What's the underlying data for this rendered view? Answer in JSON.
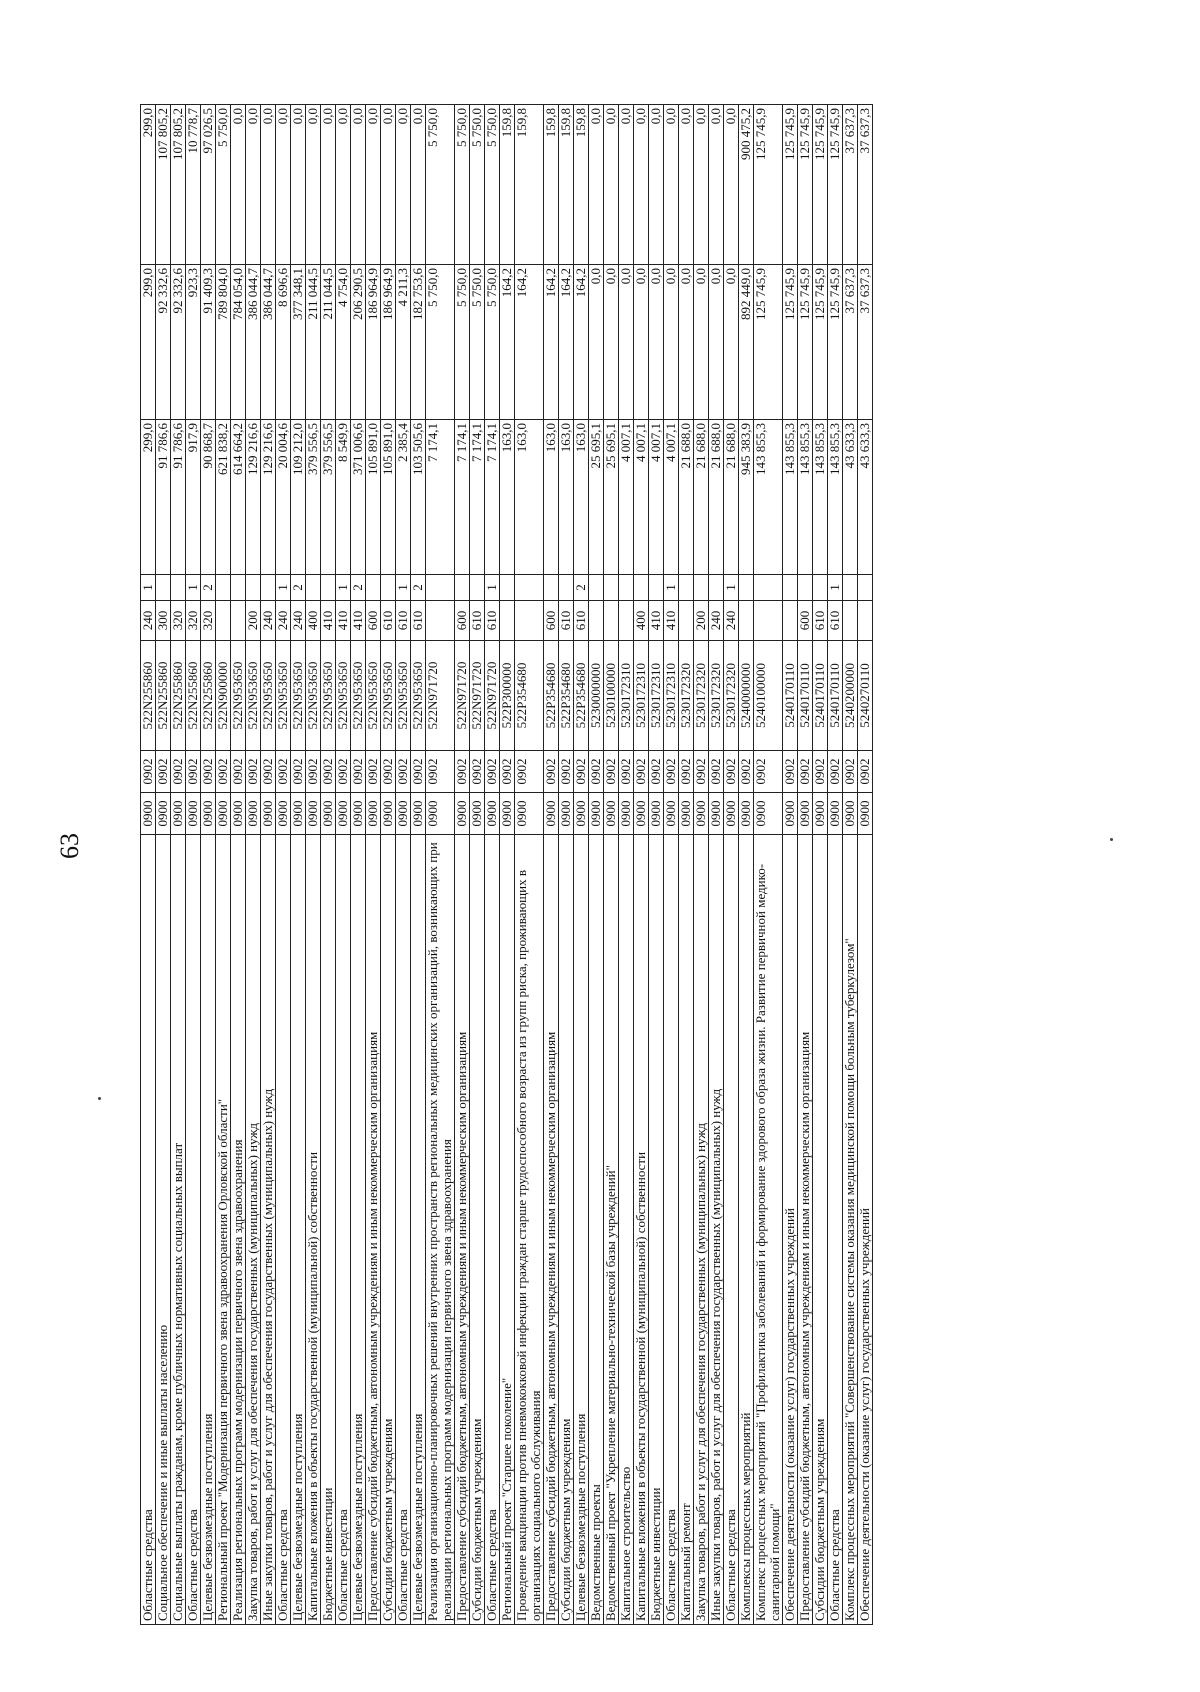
{
  "page_number": "63",
  "columns": [
    "name",
    "grbs",
    "rzpr",
    "csr",
    "vr",
    "code",
    "v1",
    "v2",
    "v3"
  ],
  "rows": [
    [
      "Областные средства",
      "0900",
      "0902",
      "522N255860",
      "240",
      "1",
      "299,0",
      "299,0",
      "299,0"
    ],
    [
      "Социальное обеспечение и иные выплаты населению",
      "0900",
      "0902",
      "522N255860",
      "300",
      "",
      "91 786,6",
      "92 332,6",
      "107 805,2"
    ],
    [
      "Социальные выплаты гражданам, кроме публичных нормативных социальных выплат",
      "0900",
      "0902",
      "522N255860",
      "320",
      "",
      "91 786,6",
      "92 332,6",
      "107 805,2"
    ],
    [
      "Областные средства",
      "0900",
      "0902",
      "522N255860",
      "320",
      "1",
      "917,9",
      "923,3",
      "10 778,7"
    ],
    [
      "Целевые безвозмездные поступления",
      "0900",
      "0902",
      "522N255860",
      "320",
      "2",
      "90 868,7",
      "91 409,3",
      "97 026,5"
    ],
    [
      "Региональный проект \"Модернизация первичного звена здравоохранения Орловской области\"",
      "0900",
      "0902",
      "522N900000",
      "",
      "",
      "621 838,2",
      "789 804,0",
      "5 750,0"
    ],
    [
      "Реализация региональных программ модернизации первичного звена здравоохранения",
      "0900",
      "0902",
      "522N953650",
      "",
      "",
      "614 664,2",
      "784 054,0",
      "0,0"
    ],
    [
      "Закупка товаров, работ и услуг для обеспечения государственных (муниципальных) нужд",
      "0900",
      "0902",
      "522N953650",
      "200",
      "",
      "129 216,6",
      "386 044,7",
      "0,0"
    ],
    [
      "Иные закупки товаров, работ и услуг для обеспечения государственных (муниципальных) нужд",
      "0900",
      "0902",
      "522N953650",
      "240",
      "",
      "129 216,6",
      "386 044,7",
      "0,0"
    ],
    [
      "Областные средства",
      "0900",
      "0902",
      "522N953650",
      "240",
      "1",
      "20 004,6",
      "8 696,6",
      "0,0"
    ],
    [
      "Целевые безвозмездные поступления",
      "0900",
      "0902",
      "522N953650",
      "240",
      "2",
      "109 212,0",
      "377 348,1",
      "0,0"
    ],
    [
      "Капитальные вложения в объекты государственной (муниципальной) собственности",
      "0900",
      "0902",
      "522N953650",
      "400",
      "",
      "379 556,5",
      "211 044,5",
      "0,0"
    ],
    [
      "Бюджетные инвестиции",
      "0900",
      "0902",
      "522N953650",
      "410",
      "",
      "379 556,5",
      "211 044,5",
      "0,0"
    ],
    [
      "Областные средства",
      "0900",
      "0902",
      "522N953650",
      "410",
      "1",
      "8 549,9",
      "4 754,0",
      "0,0"
    ],
    [
      "Целевые безвозмездные поступления",
      "0900",
      "0902",
      "522N953650",
      "410",
      "2",
      "371 006,6",
      "206 290,5",
      "0,0"
    ],
    [
      "Предоставление субсидий бюджетным, автономным учреждениям и иным некоммерческим организациям",
      "0900",
      "0902",
      "522N953650",
      "600",
      "",
      "105 891,0",
      "186 964,9",
      "0,0"
    ],
    [
      "Субсидии бюджетным учреждениям",
      "0900",
      "0902",
      "522N953650",
      "610",
      "",
      "105 891,0",
      "186 964,9",
      "0,0"
    ],
    [
      "Областные средства",
      "0900",
      "0902",
      "522N953650",
      "610",
      "1",
      "2 385,4",
      "4 211,3",
      "0,0"
    ],
    [
      "Целевые безвозмездные поступления",
      "0900",
      "0902",
      "522N953650",
      "610",
      "2",
      "103 505,6",
      "182 753,6",
      "0,0"
    ],
    [
      "Реализация организационно-планировочных решений внутренних пространств региональных медицинских организаций, возникающих при реализации региональных программ модернизации первичного звена здравоохранения",
      "0900",
      "0902",
      "522N971720",
      "",
      "",
      "7 174,1",
      "5 750,0",
      "5 750,0"
    ],
    [
      "Предоставление субсидий бюджетным, автономным учреждениям и иным некоммерческим организациям",
      "0900",
      "0902",
      "522N971720",
      "600",
      "",
      "7 174,1",
      "5 750,0",
      "5 750,0"
    ],
    [
      "Субсидии бюджетным учреждениям",
      "0900",
      "0902",
      "522N971720",
      "610",
      "",
      "7 174,1",
      "5 750,0",
      "5 750,0"
    ],
    [
      "Областные средства",
      "0900",
      "0902",
      "522N971720",
      "610",
      "1",
      "7 174,1",
      "5 750,0",
      "5 750,0"
    ],
    [
      "Региональный проект \"Старшее поколение\"",
      "0900",
      "0902",
      "522P300000",
      "",
      "",
      "163,0",
      "164,2",
      "159,8"
    ],
    [
      "Проведение вакцинации против пневмококковой инфекции граждан старше трудоспособного возраста из групп риска, проживающих в организациях социального обслуживания",
      "0900",
      "0902",
      "522P354680",
      "",
      "",
      "163,0",
      "164,2",
      "159,8"
    ],
    [
      "Предоставление субсидий бюджетным, автономным учреждениям и иным некоммерческим организациям",
      "0900",
      "0902",
      "522P354680",
      "600",
      "",
      "163,0",
      "164,2",
      "159,8"
    ],
    [
      "Субсидии бюджетным учреждениям",
      "0900",
      "0902",
      "522P354680",
      "610",
      "",
      "163,0",
      "164,2",
      "159,8"
    ],
    [
      "Целевые безвозмездные поступления",
      "0900",
      "0902",
      "522P354680",
      "610",
      "2",
      "163,0",
      "164,2",
      "159,8"
    ],
    [
      "Ведомственные проекты",
      "0900",
      "0902",
      "5230000000",
      "",
      "",
      "25 695,1",
      "0,0",
      "0,0"
    ],
    [
      "Ведомственный проект \"Укрепление материально-технической базы учреждений\"",
      "0900",
      "0902",
      "5230100000",
      "",
      "",
      "25 695,1",
      "0,0",
      "0,0"
    ],
    [
      "Капитальное строительство",
      "0900",
      "0902",
      "5230172310",
      "",
      "",
      "4 007,1",
      "0,0",
      "0,0"
    ],
    [
      "Капитальные вложения в объекты государственной (муниципальной) собственности",
      "0900",
      "0902",
      "5230172310",
      "400",
      "",
      "4 007,1",
      "0,0",
      "0,0"
    ],
    [
      "Бюджетные инвестиции",
      "0900",
      "0902",
      "5230172310",
      "410",
      "",
      "4 007,1",
      "0,0",
      "0,0"
    ],
    [
      "Областные средства",
      "0900",
      "0902",
      "5230172310",
      "410",
      "1",
      "4 007,1",
      "0,0",
      "0,0"
    ],
    [
      "Капитальный ремонт",
      "0900",
      "0902",
      "5230172320",
      "",
      "",
      "21 688,0",
      "0,0",
      "0,0"
    ],
    [
      "Закупка товаров, работ и услуг для обеспечения государственных (муниципальных) нужд",
      "0900",
      "0902",
      "5230172320",
      "200",
      "",
      "21 688,0",
      "0,0",
      "0,0"
    ],
    [
      "Иные закупки товаров, работ и услуг для обеспечения государственных (муниципальных) нужд",
      "0900",
      "0902",
      "5230172320",
      "240",
      "",
      "21 688,0",
      "0,0",
      "0,0"
    ],
    [
      "Областные средства",
      "0900",
      "0902",
      "5230172320",
      "240",
      "1",
      "21 688,0",
      "0,0",
      "0,0"
    ],
    [
      "Комплексы процессных мероприятий",
      "0900",
      "0902",
      "5240000000",
      "",
      "",
      "945 383,9",
      "892 449,0",
      "900 475,2"
    ],
    [
      "Комплекс процессных мероприятий \"Профилактика заболеваний и формирование здорового образа жизни. Развитие первичной медико-санитарной помощи\"",
      "0900",
      "0902",
      "5240100000",
      "",
      "",
      "143 855,3",
      "125 745,9",
      "125 745,9"
    ],
    [
      "Обеспечение деятельности (оказание услуг) государственных учреждений",
      "0900",
      "0902",
      "5240170110",
      "",
      "",
      "143 855,3",
      "125 745,9",
      "125 745,9"
    ],
    [
      "Предоставление субсидий бюджетным, автономным учреждениям и иным некоммерческим организациям",
      "0900",
      "0902",
      "5240170110",
      "600",
      "",
      "143 855,3",
      "125 745,9",
      "125 745,9"
    ],
    [
      "Субсидии бюджетным учреждениям",
      "0900",
      "0902",
      "5240170110",
      "610",
      "",
      "143 855,3",
      "125 745,9",
      "125 745,9"
    ],
    [
      "Областные средства",
      "0900",
      "0902",
      "5240170110",
      "610",
      "1",
      "143 855,3",
      "125 745,9",
      "125 745,9"
    ],
    [
      "Комплекс процессных мероприятий \"Совершенствование системы оказания медицинской помощи больным туберкулезом\"",
      "0900",
      "0902",
      "5240200000",
      "",
      "",
      "43 633,3",
      "37 637,3",
      "37 637,3"
    ],
    [
      "Обеспечение деятельности (оказание услуг) государственных учреждений",
      "0900",
      "0902",
      "5240270110",
      "",
      "",
      "43 633,3",
      "37 637,3",
      "37 637,3"
    ]
  ]
}
